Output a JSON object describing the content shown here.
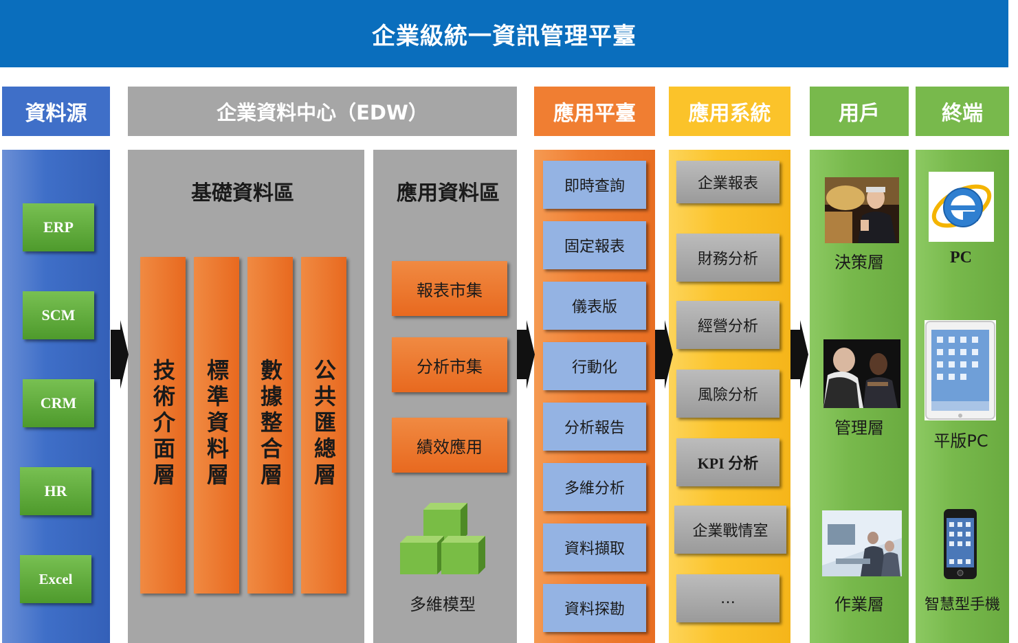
{
  "title": "企業級統一資訊管理平臺",
  "headers": {
    "source": "資料源",
    "edw": "企業資料中心（EDW）",
    "platform": "應用平臺",
    "systems": "應用系統",
    "users": "用戶",
    "terminals": "終端"
  },
  "sources": [
    "ERP",
    "SCM",
    "CRM",
    "HR",
    "Excel"
  ],
  "base_area": {
    "title": "基礎資料區",
    "layers": [
      "技術介面層",
      "標準資料層",
      "數據整合層",
      "公共匯總層"
    ]
  },
  "app_area": {
    "title": "應用資料區",
    "marts": [
      "報表市集",
      "分析市集",
      "績效應用"
    ],
    "cube_label": "多維模型"
  },
  "platform_items": [
    "即時查詢",
    "固定報表",
    "儀表版",
    "行動化",
    "分析報告",
    "多維分析",
    "資料擷取",
    "資料探勘"
  ],
  "system_items": [
    "企業報表",
    "財務分析",
    "經營分析",
    "風險分析",
    "KPI 分析",
    "企業戰情室",
    "…"
  ],
  "users": [
    "決策層",
    "管理層",
    "作業層"
  ],
  "terminals": [
    "PC",
    "平版PC",
    "智慧型手機"
  ],
  "colors": {
    "title_blue": "#0a6ebd",
    "source_blue": "#3f6fc8",
    "edw_gray": "#a6a6a6",
    "platform_orange": "#f07e32",
    "systems_yellow": "#fbc32a",
    "users_green": "#78b94c",
    "box_green": "#5ea83a",
    "layer_orange": "#ec7226",
    "platform_box_blue": "#94b3e3"
  }
}
